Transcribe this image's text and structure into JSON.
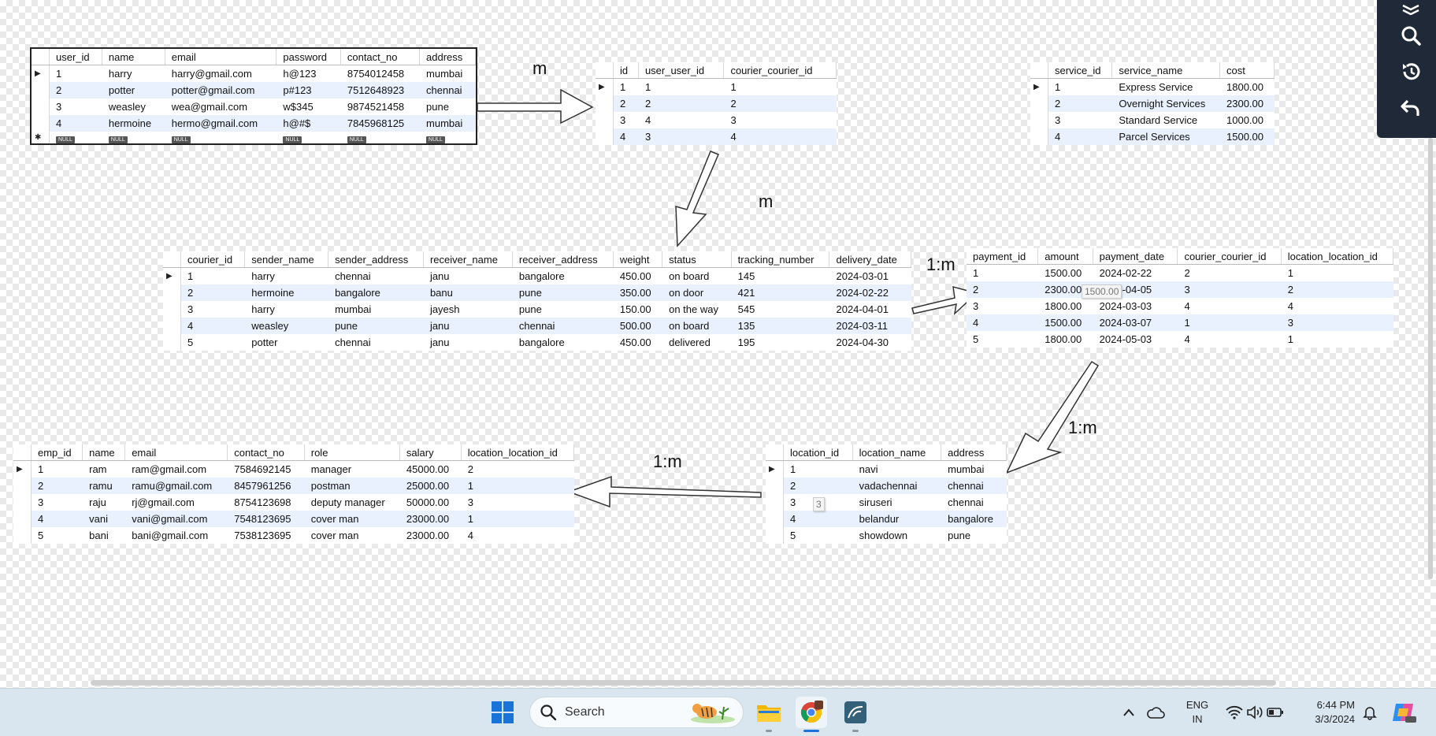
{
  "tables": {
    "users": {
      "columns": [
        "user_id",
        "name",
        "email",
        "password",
        "contact_no",
        "address"
      ],
      "rows": [
        [
          "1",
          "harry",
          "harry@gmail.com",
          "h@123",
          "8754012458",
          "mumbai"
        ],
        [
          "2",
          "potter",
          "potter@gmail.com",
          "p#123",
          "7512648923",
          "chennai"
        ],
        [
          "3",
          "weasley",
          "wea@gmail.com",
          "w$345",
          "9874521458",
          "pune"
        ],
        [
          "4",
          "hermoine",
          "hermo@gmail.com",
          "h@#$",
          "7845968125",
          "mumbai"
        ]
      ],
      "null_label": "NULL"
    },
    "user_courier": {
      "columns": [
        "id",
        "user_user_id",
        "courier_courier_id"
      ],
      "rows": [
        [
          "1",
          "1",
          "1"
        ],
        [
          "2",
          "2",
          "2"
        ],
        [
          "3",
          "4",
          "3"
        ],
        [
          "4",
          "3",
          "4"
        ]
      ]
    },
    "services": {
      "columns": [
        "service_id",
        "service_name",
        "cost"
      ],
      "rows": [
        [
          "1",
          "Express Service",
          "1800.00"
        ],
        [
          "2",
          "Overnight Services",
          "2300.00"
        ],
        [
          "3",
          "Standard Service",
          "1000.00"
        ],
        [
          "4",
          "Parcel Services",
          "1500.00"
        ]
      ]
    },
    "courier": {
      "columns": [
        "courier_id",
        "sender_name",
        "sender_address",
        "receiver_name",
        "receiver_address",
        "weight",
        "status",
        "tracking_number",
        "delivery_date"
      ],
      "rows": [
        [
          "1",
          "harry",
          "chennai",
          "janu",
          "bangalore",
          "450.00",
          "on board",
          "145",
          "2024-03-01"
        ],
        [
          "2",
          "hermoine",
          "bangalore",
          "banu",
          "pune",
          "350.00",
          "on door",
          "421",
          "2024-02-22"
        ],
        [
          "3",
          "harry",
          "mumbai",
          "jayesh",
          "pune",
          "150.00",
          "on the way",
          "545",
          "2024-04-01"
        ],
        [
          "4",
          "weasley",
          "pune",
          "janu",
          "chennai",
          "500.00",
          "on board",
          "135",
          "2024-03-11"
        ],
        [
          "5",
          "potter",
          "chennai",
          "janu",
          "bangalore",
          "450.00",
          "delivered",
          "195",
          "2024-04-30"
        ]
      ]
    },
    "payment": {
      "columns": [
        "payment_id",
        "amount",
        "payment_date",
        "courier_courier_id",
        "location_location_id"
      ],
      "rows": [
        [
          "1",
          "1500.00",
          "2024-02-22",
          "2",
          "1"
        ],
        [
          "2",
          "2300.00",
          "2024-04-05",
          "3",
          "2"
        ],
        [
          "3",
          "1800.00",
          "2024-03-03",
          "4",
          "4"
        ],
        [
          "4",
          "1500.00",
          "2024-03-07",
          "1",
          "3"
        ],
        [
          "5",
          "1800.00",
          "2024-05-03",
          "4",
          "1"
        ]
      ],
      "tooltip": "1500.00"
    },
    "employee": {
      "columns": [
        "emp_id",
        "name",
        "email",
        "contact_no",
        "role",
        "salary",
        "location_location_id"
      ],
      "rows": [
        [
          "1",
          "ram",
          "ram@gmail.com",
          "7584692145",
          "manager",
          "45000.00",
          "2"
        ],
        [
          "2",
          "ramu",
          "ramu@gmail.com",
          "8457961256",
          "postman",
          "25000.00",
          "1"
        ],
        [
          "3",
          "raju",
          "rj@gmail.com",
          "8754123698",
          "deputy manager",
          "50000.00",
          "3"
        ],
        [
          "4",
          "vani",
          "vani@gmail.com",
          "7548123695",
          "cover man",
          "23000.00",
          "1"
        ],
        [
          "5",
          "bani",
          "bani@gmail.com",
          "7538123695",
          "cover man",
          "23000.00",
          "4"
        ]
      ]
    },
    "location": {
      "columns": [
        "location_id",
        "location_name",
        "address"
      ],
      "rows": [
        [
          "1",
          "navi",
          "mumbai"
        ],
        [
          "2",
          "vadachennai",
          "chennai"
        ],
        [
          "3",
          "siruseri",
          "chennai"
        ],
        [
          "4",
          "belandur",
          "bangalore"
        ],
        [
          "5",
          "showdown",
          "pune"
        ]
      ],
      "tooltip": "3"
    }
  },
  "relations": {
    "users_to_link": "m",
    "link_to_courier": "m",
    "courier_to_payment": "1:m",
    "payment_to_location": "1:m",
    "location_to_employee": "1:m"
  },
  "taskbar": {
    "search_placeholder": "Search",
    "lang_top": "ENG",
    "lang_bottom": "IN",
    "time": "6:44 PM",
    "date": "3/3/2024"
  },
  "colors": {
    "row_alt": "#e8f1fd",
    "taskbar": "#d9e6ef",
    "toolbar": "#1f2937"
  }
}
